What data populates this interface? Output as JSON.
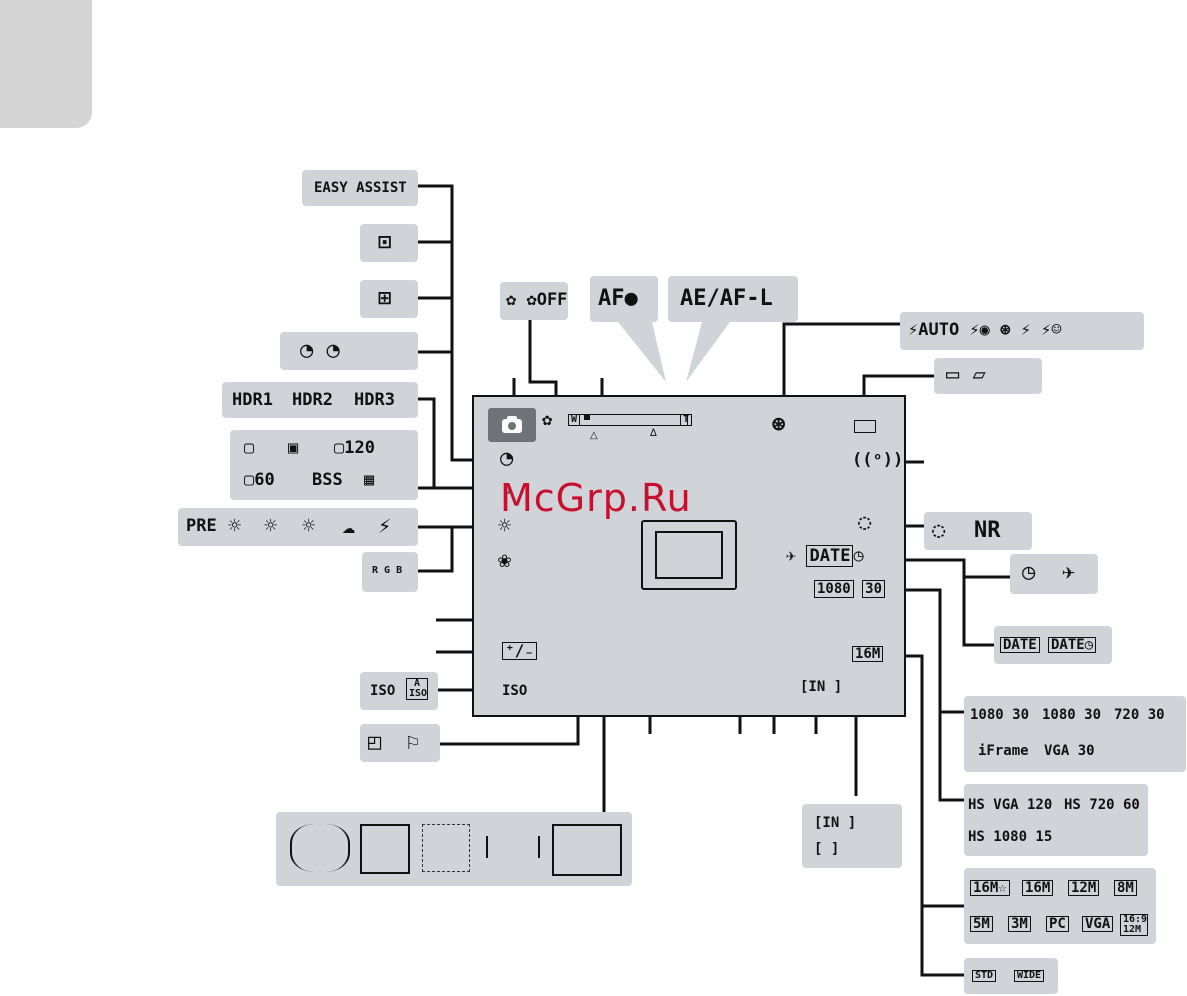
{
  "watermark": "McGrp.Ru",
  "top": {
    "easy_assist": "EASY ASSIST",
    "macro": "✿  ✿OFF",
    "af": "AF●",
    "aeafl": "AE/AF-L",
    "flash_modes": "⚡AUTO ⚡◉ ⊛ ⚡ ⚡☺",
    "battery": "▭  ▱"
  },
  "left": {
    "self_timer_pair": "◔    ◔",
    "hdr": [
      "HDR1",
      "HDR2",
      "HDR3"
    ],
    "continuous_row1": [
      "▢",
      "▣",
      "▢120"
    ],
    "continuous_row2": [
      "▢60",
      "BSS",
      "▦"
    ],
    "white_balance": [
      "PRE",
      "☼",
      "☼",
      "☼",
      "☁",
      "⚡"
    ],
    "color": "R G B",
    "iso": [
      "ISO",
      "A ISO"
    ],
    "movie_vr": [
      "◰",
      "⚐"
    ]
  },
  "screen": {
    "zoom_w": "W",
    "zoom_t": "T",
    "date_label": "DATE",
    "movie_1080": "1080",
    "movie_30": "30",
    "size_16m": "16M",
    "iso_label": "ISO",
    "mem_bracket": "[IN        ]",
    "vr_icon": "((ᵒ))"
  },
  "right": {
    "nr": "NR",
    "date_stamp": [
      "DATE",
      "DATE◷"
    ],
    "movie_options_row1": [
      "1080 30",
      "1080 30",
      "720 30"
    ],
    "movie_options_row2": [
      "iFrame",
      "VGA 30"
    ],
    "hs_row1": [
      "HS VGA 120",
      "HS 720 60"
    ],
    "hs_row2": [
      "HS 1080 15"
    ],
    "sizes_row1": [
      "16M☆",
      "16M",
      "12M",
      "8M"
    ],
    "sizes_row2": [
      "5M",
      "3M",
      "PC",
      "VGA",
      "16:9 12M"
    ],
    "panorama": [
      "STD",
      "WIDE"
    ],
    "mem_box": [
      "[IN        ]",
      "[          ]"
    ]
  }
}
